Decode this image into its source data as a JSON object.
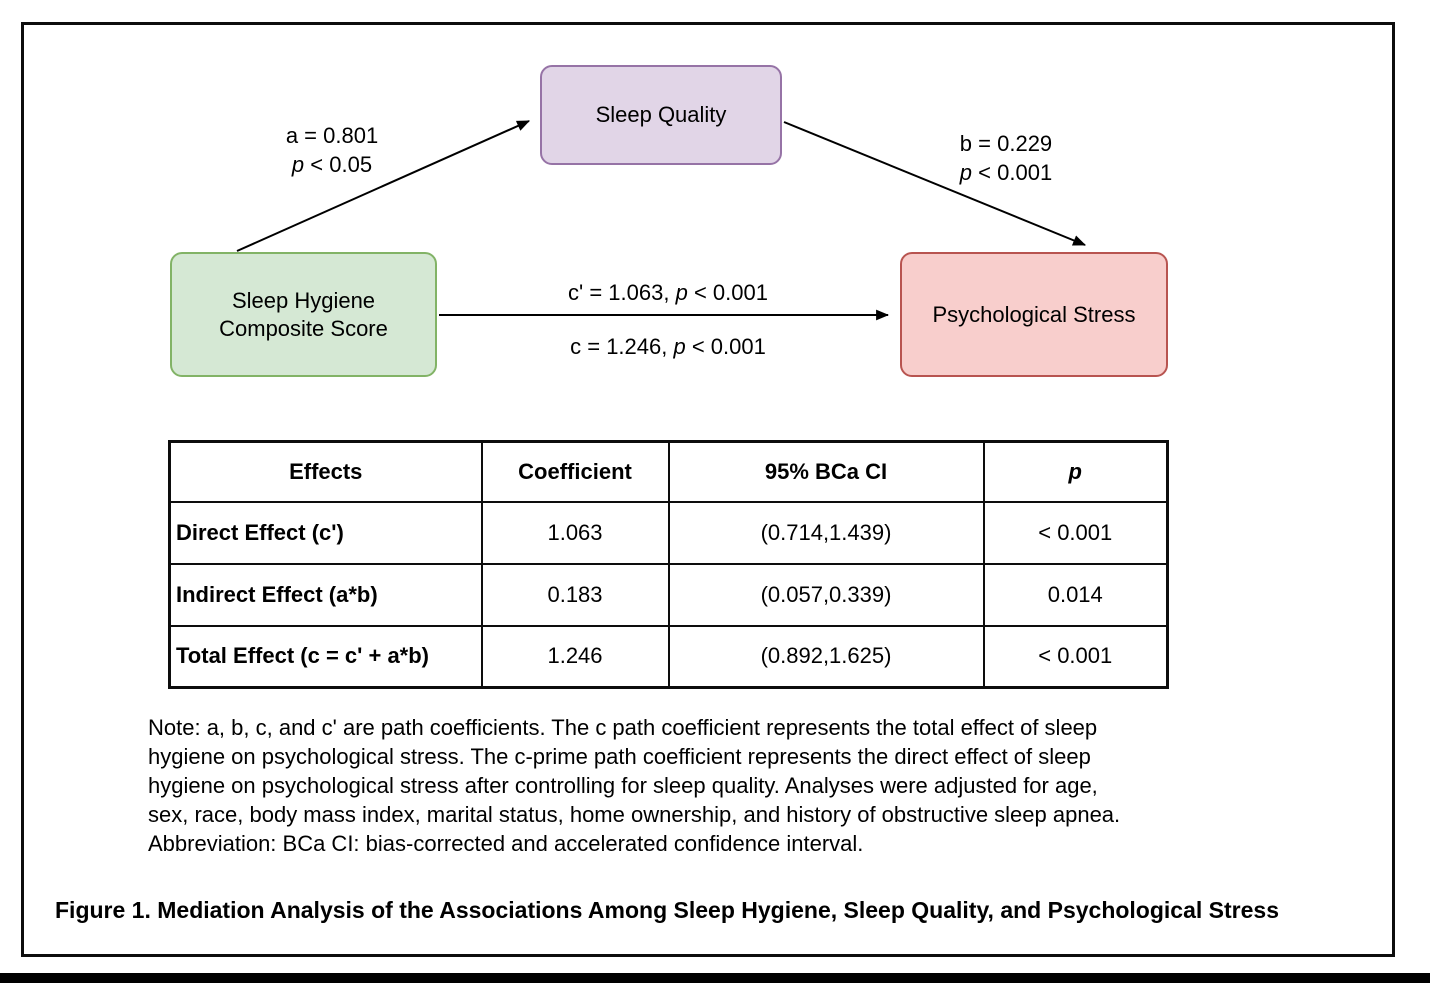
{
  "figure": {
    "caption": "Figure 1. Mediation Analysis of the Associations Among Sleep Hygiene, Sleep Quality, and Psychological Stress"
  },
  "diagram": {
    "nodes": {
      "mediator": {
        "label": "Sleep Quality",
        "fill": "#e1d5e7",
        "border": "#9673a6"
      },
      "predictor": {
        "label_line1": "Sleep Hygiene",
        "label_line2": "Composite Score",
        "fill": "#d5e8d4",
        "border": "#82b366"
      },
      "outcome": {
        "label": "Psychological Stress",
        "fill": "#f8cecc",
        "border": "#b85450"
      }
    },
    "paths": {
      "a": {
        "line1": "a = 0.801",
        "p_symbol": "p",
        "p_value": " < 0.05"
      },
      "b": {
        "line1": "b = 0.229",
        "p_symbol": "p",
        "p_value": " < 0.001"
      },
      "c_prime": {
        "prefix": "c' = 1.063, ",
        "p_symbol": "p",
        "p_value": " < 0.001"
      },
      "c_total": {
        "prefix": "c = 1.246, ",
        "p_symbol": "p",
        "p_value": " < 0.001"
      }
    }
  },
  "table": {
    "headers": {
      "effects": "Effects",
      "coefficient": "Coefficient",
      "ci": "95% BCa CI",
      "p": "p"
    },
    "rows": [
      {
        "effect": "Direct Effect (c')",
        "coefficient": "1.063",
        "ci": "(0.714,1.439)",
        "p": "< 0.001"
      },
      {
        "effect": "Indirect Effect (a*b)",
        "coefficient": "0.183",
        "ci": "(0.057,0.339)",
        "p": "0.014"
      },
      {
        "effect": "Total Effect (c = c' + a*b)",
        "coefficient": "1.246",
        "ci": "(0.892,1.625)",
        "p": "< 0.001"
      }
    ]
  },
  "note": {
    "lines": [
      "Note: a, b, c, and c' are path coefficients. The c path coefficient represents the total effect of sleep",
      "hygiene on psychological stress. The c-prime path coefficient represents the direct effect of sleep",
      "hygiene on psychological stress after controlling for sleep quality. Analyses were adjusted for age,",
      "sex, race, body mass index, marital status, home ownership, and history of obstructive sleep apnea.",
      "Abbreviation: BCa CI: bias-corrected and accelerated confidence interval."
    ]
  }
}
